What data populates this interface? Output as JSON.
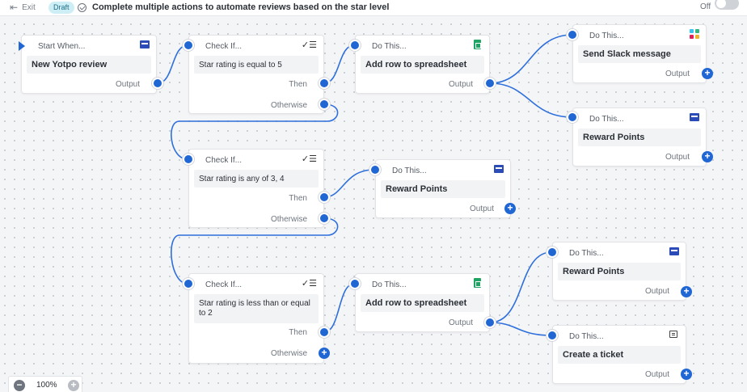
{
  "topbar": {
    "exit_label": "Exit",
    "draft_badge": "Draft",
    "title": "Complete multiple actions to automate reviews based on the star level",
    "toggle_label": "Off"
  },
  "colors": {
    "accent": "#2167d4",
    "draft_bg": "#cdeef4",
    "sheets_green": "#1fa463",
    "app_icon_blue": "#2a4bb8"
  },
  "nodes": {
    "trigger": {
      "header": "Start When...",
      "body": "New Yotpo review",
      "output_label": "Output",
      "icon": "app-icon"
    },
    "check1": {
      "header": "Check If...",
      "body": "Star rating is equal to 5",
      "then_label": "Then",
      "otherwise_label": "Otherwise",
      "icon": "checklist-icon"
    },
    "check2": {
      "header": "Check If...",
      "body": "Star rating is any of 3, 4",
      "then_label": "Then",
      "otherwise_label": "Otherwise",
      "icon": "checklist-icon"
    },
    "check3": {
      "header": "Check If...",
      "body": "Star rating is less than or equal to 2",
      "then_label": "Then",
      "otherwise_label": "Otherwise",
      "icon": "checklist-icon"
    },
    "sheet1": {
      "header": "Do This...",
      "body": "Add row to spreadsheet",
      "output_label": "Output",
      "icon": "google-sheets-icon"
    },
    "slack": {
      "header": "Do This...",
      "body": "Send Slack message",
      "output_label": "Output",
      "icon": "slack-icon"
    },
    "reward1": {
      "header": "Do This...",
      "body": "Reward Points",
      "output_label": "Output",
      "icon": "app-icon"
    },
    "reward2": {
      "header": "Do This...",
      "body": "Reward Points",
      "output_label": "Output",
      "icon": "app-icon"
    },
    "sheet2": {
      "header": "Do This...",
      "body": "Add row to spreadsheet",
      "output_label": "Output",
      "icon": "google-sheets-icon"
    },
    "reward3": {
      "header": "Do This...",
      "body": "Reward Points",
      "output_label": "Output",
      "icon": "app-icon"
    },
    "ticket": {
      "header": "Do This...",
      "body": "Create a ticket",
      "output_label": "Output",
      "icon": "ticket-icon"
    }
  },
  "zoom": {
    "level": "100%",
    "minus": "−",
    "plus": "+"
  }
}
